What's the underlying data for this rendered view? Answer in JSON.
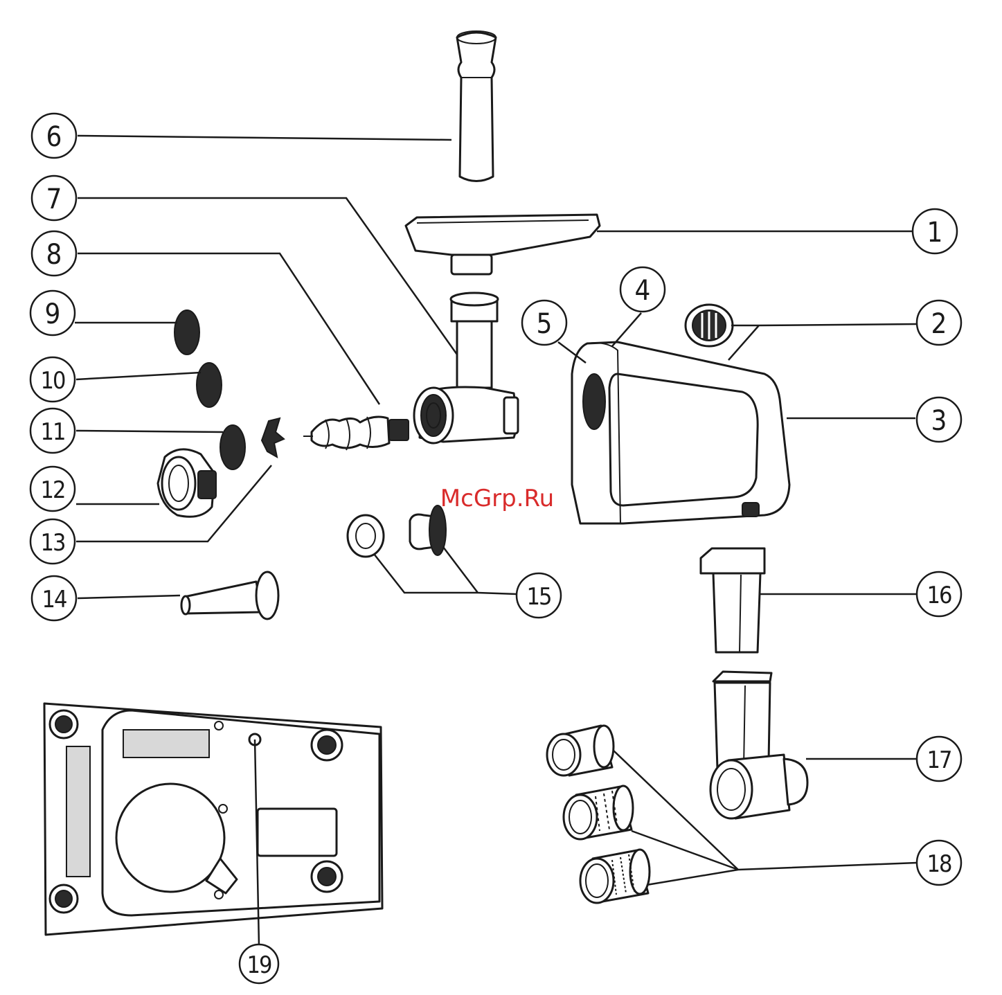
{
  "watermark": "McGrp.Ru",
  "callouts": [
    {
      "label": "1"
    },
    {
      "label": "2"
    },
    {
      "label": "3"
    },
    {
      "label": "4"
    },
    {
      "label": "5"
    },
    {
      "label": "6"
    },
    {
      "label": "7"
    },
    {
      "label": "8"
    },
    {
      "label": "9"
    },
    {
      "label": "10"
    },
    {
      "label": "11"
    },
    {
      "label": "12"
    },
    {
      "label": "13"
    },
    {
      "label": "14"
    },
    {
      "label": "15"
    },
    {
      "label": "16"
    },
    {
      "label": "17"
    },
    {
      "label": "18"
    },
    {
      "label": "19"
    }
  ]
}
